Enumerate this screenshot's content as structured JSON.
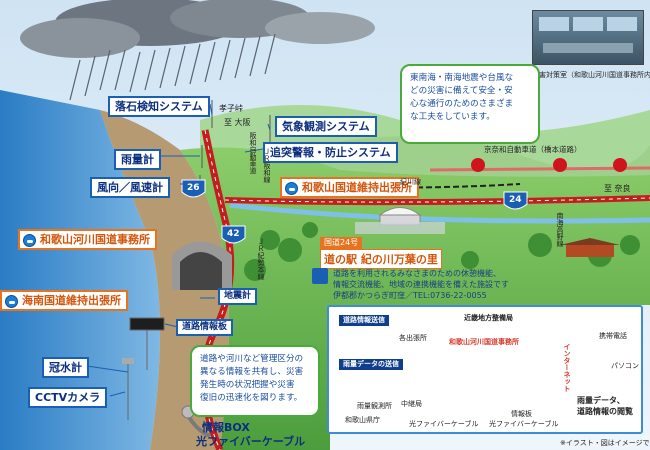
{
  "labels": {
    "rockfall": "落石検知システム",
    "weather": "気象観測システム",
    "collision": "追突警報・防止システム",
    "rain_gauge": "雨量計",
    "wind": "風向／風速計",
    "seismometer": "地震計",
    "road_board": "道路情報板",
    "flood_meter": "冠水計",
    "cctv": "CCTVカメラ",
    "info_box": "情報BOX",
    "fiber": "光ファイバーケーブル"
  },
  "offices": {
    "wakayama_road": "和歌山国道維持出張所",
    "wakayama_river": "和歌山河川国道事務所",
    "kainan_road": "海南国道維持出張所"
  },
  "places": {
    "mogoto": "孝子峠",
    "to_osaka": "至 大阪",
    "kyushu": "京奈和自動車道（橋本道路）",
    "to_nara": "至 奈良",
    "hanna": "阪和自動車道",
    "jr_hanwa": "ＪＲ阪和線",
    "kitan": "紀勢本線",
    "kisen": "ＪＲ紀勢本線",
    "nankai": "南海高野線",
    "kishigawa": "紀川線",
    "route26": "26",
    "route24": "24",
    "route42": "42",
    "route24_label": "国道24号"
  },
  "photo": {
    "caption": "災害対策室（和歌山河川国道事務所内）"
  },
  "michinoeki": {
    "tag": "国道24号",
    "name": "道の駅 紀の川万葉の里",
    "desc1": "道路を利用されるみなさまのための休憩機能、",
    "desc2": "情報交流機能、地域の連携機能を備えた施設です",
    "addr": "伊都郡かつらぎ町窪／TEL:0736-22-0055"
  },
  "notes": {
    "disaster": [
      "東南海・南海地震や台風な",
      "どの災害に備えて安全・安",
      "心な通行のためのさまざま",
      "な工夫をしています。"
    ],
    "share": [
      "道路や河川など管理区分の",
      "異なる情報を共有し、災害",
      "発生時の状況把握や災害",
      "復旧の迅速化を図ります。"
    ]
  },
  "panel": {
    "road_info_title": "道路情報送信",
    "branch": "各出張所",
    "rain_title": "雨量データの送信",
    "rain_station": "雨量観測所",
    "relay": "中継局",
    "kinki": "近畿地方整備局",
    "wakayama_office": "和歌山河川国道事務所",
    "pref": "和歌山県庁",
    "fiber1": "光ファイバーケーブル",
    "fiber2": "光ファイバーケーブル",
    "info_board": "情報板",
    "internet": "インターネット",
    "mobile": "携帯電話",
    "pc": "パソコン",
    "view": "雨量データ、",
    "view2": "道路情報の閲覧"
  },
  "footnote": "※イラスト・図はイメージです。"
}
